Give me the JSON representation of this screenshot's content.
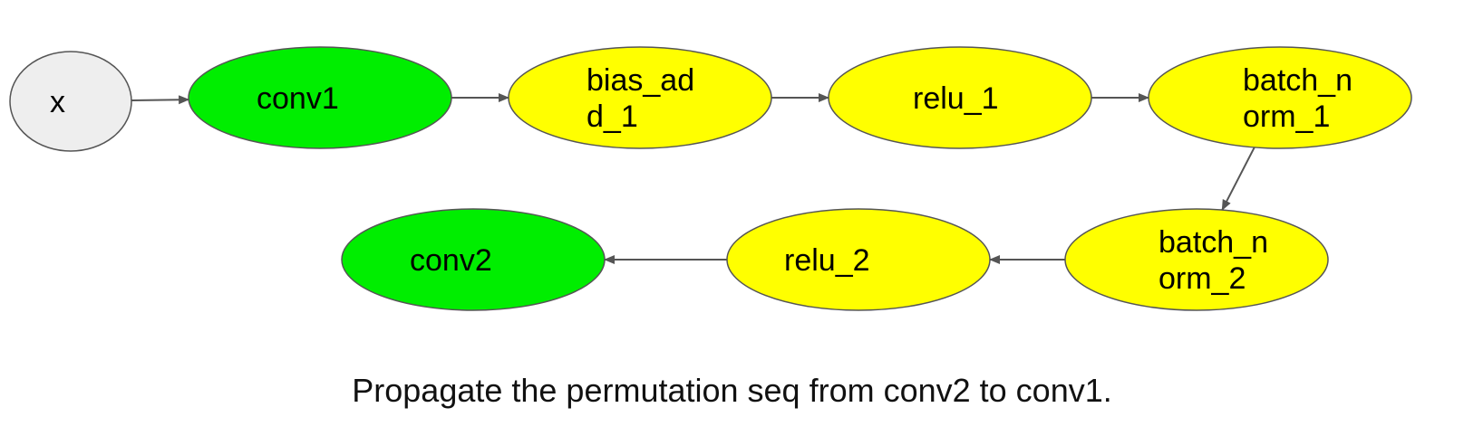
{
  "colors": {
    "input": "#eeeeee",
    "conv": "#00ee00",
    "op": "#ffff00",
    "stroke": "#555555",
    "edge": "#555555"
  },
  "nodes": [
    {
      "id": "x",
      "kind": "input",
      "lines": [
        "x"
      ]
    },
    {
      "id": "conv1",
      "kind": "conv",
      "lines": [
        "conv1"
      ]
    },
    {
      "id": "bias_add_1",
      "kind": "op",
      "lines": [
        "bias_ad",
        "d_1"
      ]
    },
    {
      "id": "relu_1",
      "kind": "op",
      "lines": [
        "relu_1"
      ]
    },
    {
      "id": "batch_norm_1",
      "kind": "op",
      "lines": [
        "batch_n",
        "orm_1"
      ]
    },
    {
      "id": "batch_norm_2",
      "kind": "op",
      "lines": [
        "batch_n",
        "orm_2"
      ]
    },
    {
      "id": "relu_2",
      "kind": "op",
      "lines": [
        "relu_2"
      ]
    },
    {
      "id": "conv2",
      "kind": "conv",
      "lines": [
        "conv2"
      ]
    }
  ],
  "edges": [
    {
      "from": "x",
      "to": "conv1"
    },
    {
      "from": "conv1",
      "to": "bias_add_1"
    },
    {
      "from": "bias_add_1",
      "to": "relu_1"
    },
    {
      "from": "relu_1",
      "to": "batch_norm_1"
    },
    {
      "from": "batch_norm_1",
      "to": "batch_norm_2"
    },
    {
      "from": "batch_norm_2",
      "to": "relu_2"
    },
    {
      "from": "relu_2",
      "to": "conv2"
    }
  ],
  "caption": "Propagate the permutation seq from conv2 to conv1."
}
